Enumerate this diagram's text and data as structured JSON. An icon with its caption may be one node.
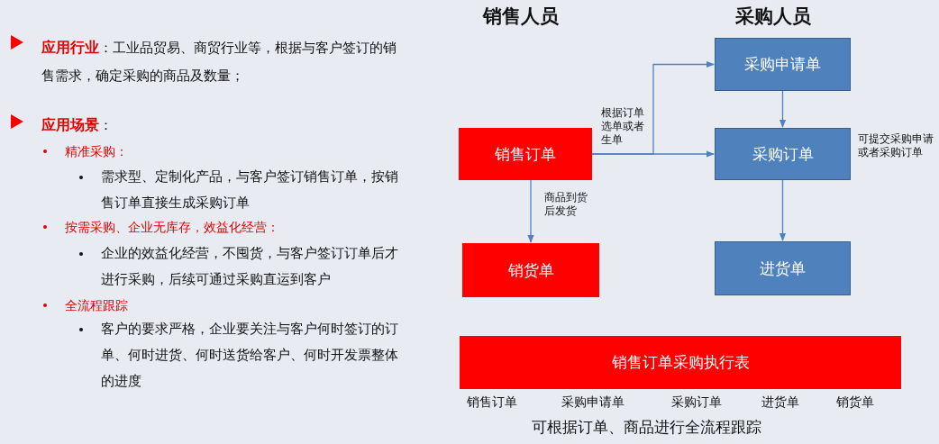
{
  "diagram": {
    "nodes": [
      {
        "text": [
          "销售订单"
        ]
      },
      {
        "text": [
          "采购申请单"
        ]
      },
      {
        "text": [
          "采购订单"
        ],
        "beside": [
          "可提交采购申请或者采购订单"
        ]
      },
      {
        "text": [
          "销货单"
        ]
      },
      {
        "text": [
          "进货单"
        ]
      },
      {
        "text": [
          "销售订单采购执行表"
        ],
        "beside": [
          "销售订单",
          "采购申请单",
          "采购订单",
          "进货单",
          "销货单"
        ]
      }
    ],
    "edges": [
      {
        "from": 0,
        "to": 1,
        "arrow": "to",
        "label": "根据订单选单或者生单"
      },
      {
        "from": 0,
        "to": 2,
        "arrow": "to"
      },
      {
        "from": 1,
        "to": 2,
        "arrow": "to"
      },
      {
        "from": 0,
        "to": 3,
        "arrow": "to",
        "label": "商品到货后发货"
      },
      {
        "from": 2,
        "to": 4,
        "arrow": "to"
      }
    ],
    "labels": [
      "**应用行业**：工业品贸易、商贸行业等，根据与客户签订的销售需求，确定采购的商品及数量；",
      "**应用场景**：",
      "精准采购：",
      "需求型、定制化产品，与客户签订销售订单，按销售订单直接生成采购订单",
      "按需采购、企业无库存，效益化经营：",
      "企业的效益化经营，不囤货，与客户签订订单后才进行采购，后续可通过采购直运到客户",
      "全流程跟踪",
      "客户的要求严格，企业要关注与客户何时签订的订单、何时进货、何时送货给客户、何时开发票整体的进度",
      "销售人员",
      "采购人员",
      "可根据订单、商品进行全流程跟踪"
    ]
  }
}
